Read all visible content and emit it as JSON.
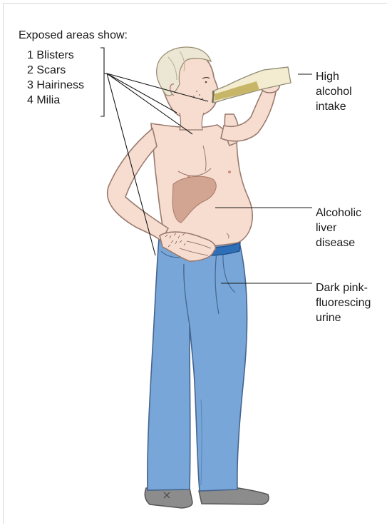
{
  "heading": "Exposed areas show:",
  "exposed_areas": [
    "1 Blisters",
    "2 Scars",
    "3 Hairiness",
    "4 Milia"
  ],
  "callouts": {
    "alcohol": [
      "High",
      "alcohol",
      "intake"
    ],
    "liver": [
      "Alcoholic",
      "liver",
      "disease"
    ],
    "urine": [
      "Dark pink-",
      "fluorescing",
      "urine"
    ]
  },
  "colors": {
    "skin": "#f7ddd0",
    "skin_outline": "#9a7a6e",
    "liver": "#d2a593",
    "jeans": "#78a6d8",
    "jeans_outline": "#44658e",
    "belt": "#2f6fb8",
    "hair": "#ece6d4",
    "bottle": "#f3ecd0",
    "beer": "#c8b668",
    "shoes": "#8c8c8c",
    "lines": "#1a1a1a"
  }
}
